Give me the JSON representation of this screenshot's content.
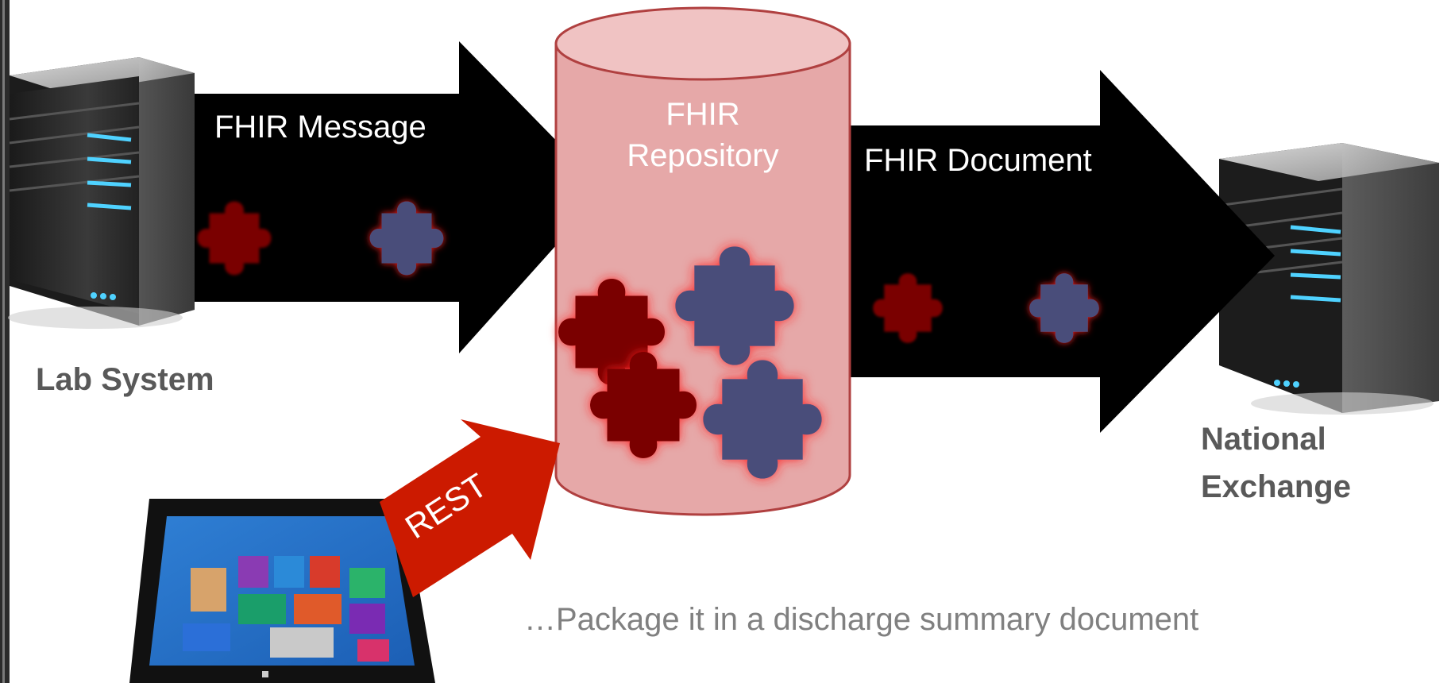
{
  "arrows": {
    "message_label": "FHIR Message",
    "document_label": "FHIR Document",
    "rest_label": "REST"
  },
  "repository": {
    "line1": "FHIR",
    "line2": "Repository"
  },
  "systems": {
    "lab": "Lab System",
    "national_line1": "National",
    "national_line2": "Exchange"
  },
  "caption": "…Package it in a discharge summary document",
  "colors": {
    "arrow": "#000000",
    "repository_fill": "#e6a8a8",
    "puzzle_red": "#7a0000",
    "puzzle_blue": "#4a4e7a",
    "rest_arrow": "#cc1a00"
  }
}
